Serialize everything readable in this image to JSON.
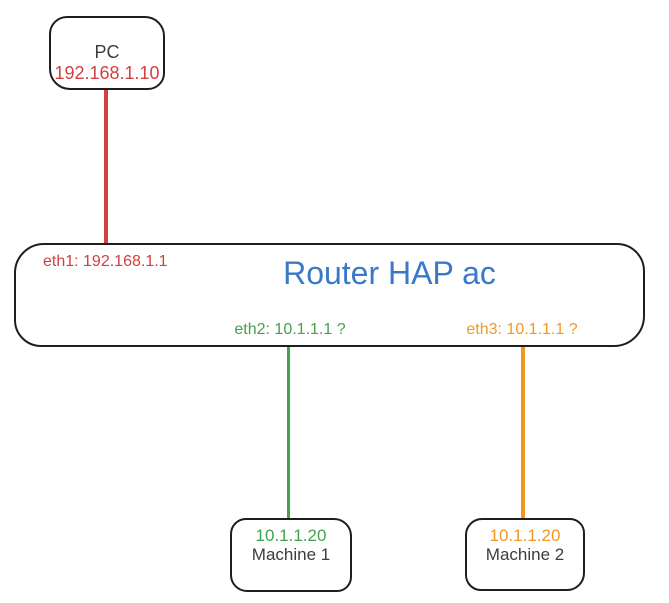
{
  "diagram": {
    "background": "#ffffff",
    "pc": {
      "label": "PC",
      "ip": "192.168.1.10"
    },
    "router": {
      "title": "Router HAP ac",
      "eth1_label": "eth1: 192.168.1.1",
      "eth2_label": "eth2: 10.1.1.1 ?",
      "eth3_label": "eth3: 10.1.1.1 ?"
    },
    "machine1": {
      "ip": "10.1.1.20",
      "label": "Machine 1"
    },
    "machine2": {
      "ip": "10.1.1.20",
      "label": "Machine 2"
    },
    "colors": {
      "red_link": "#d24040",
      "green_link": "#43a24d",
      "orange_link": "#f2981f",
      "router_title_blue": "#3b78c8",
      "node_text_dark": "#3d3d3d",
      "box_stroke": "#1e1e1e"
    },
    "links": [
      {
        "from": "PC",
        "to": "Router eth1",
        "color": "#d24040"
      },
      {
        "from": "Router eth2",
        "to": "Machine 1",
        "color": "#43a24d"
      },
      {
        "from": "Router eth3",
        "to": "Machine 2",
        "color": "#f2981f"
      }
    ]
  }
}
